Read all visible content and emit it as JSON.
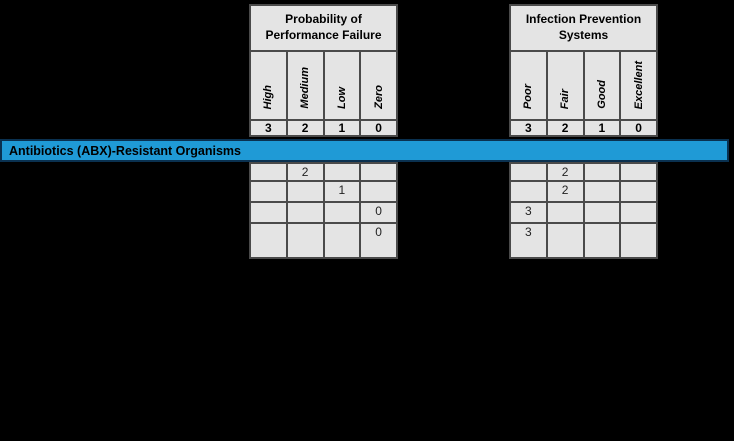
{
  "banner": {
    "label": "Antibiotics (ABX)-Resistant Organisms"
  },
  "tables": [
    {
      "title": "Probability of Performance Failure",
      "columns": [
        {
          "label": "High",
          "score": "3"
        },
        {
          "label": "Medium",
          "score": "2"
        },
        {
          "label": "Low",
          "score": "1"
        },
        {
          "label": "Zero",
          "score": "0"
        }
      ],
      "rows": [
        [
          "",
          "2",
          "",
          ""
        ],
        [
          "",
          "",
          "1",
          ""
        ],
        [
          "",
          "",
          "",
          "0"
        ],
        [
          "",
          "",
          "",
          "0"
        ]
      ]
    },
    {
      "title": "Infection Prevention Systems",
      "columns": [
        {
          "label": "Poor",
          "score": "3"
        },
        {
          "label": "Fair",
          "score": "2"
        },
        {
          "label": "Good",
          "score": "1"
        },
        {
          "label": "Excellent",
          "score": "0"
        }
      ],
      "rows": [
        [
          "",
          "2",
          "",
          ""
        ],
        [
          "",
          "2",
          "",
          ""
        ],
        [
          "3",
          "",
          "",
          ""
        ],
        [
          "3",
          "",
          "",
          ""
        ]
      ]
    }
  ],
  "colors": {
    "background": "#000000",
    "cell_fill": "#E4E4E4",
    "grid_border": "#4A4A4A",
    "banner_fill": "#1F9AD6",
    "banner_border": "#0A3150"
  }
}
